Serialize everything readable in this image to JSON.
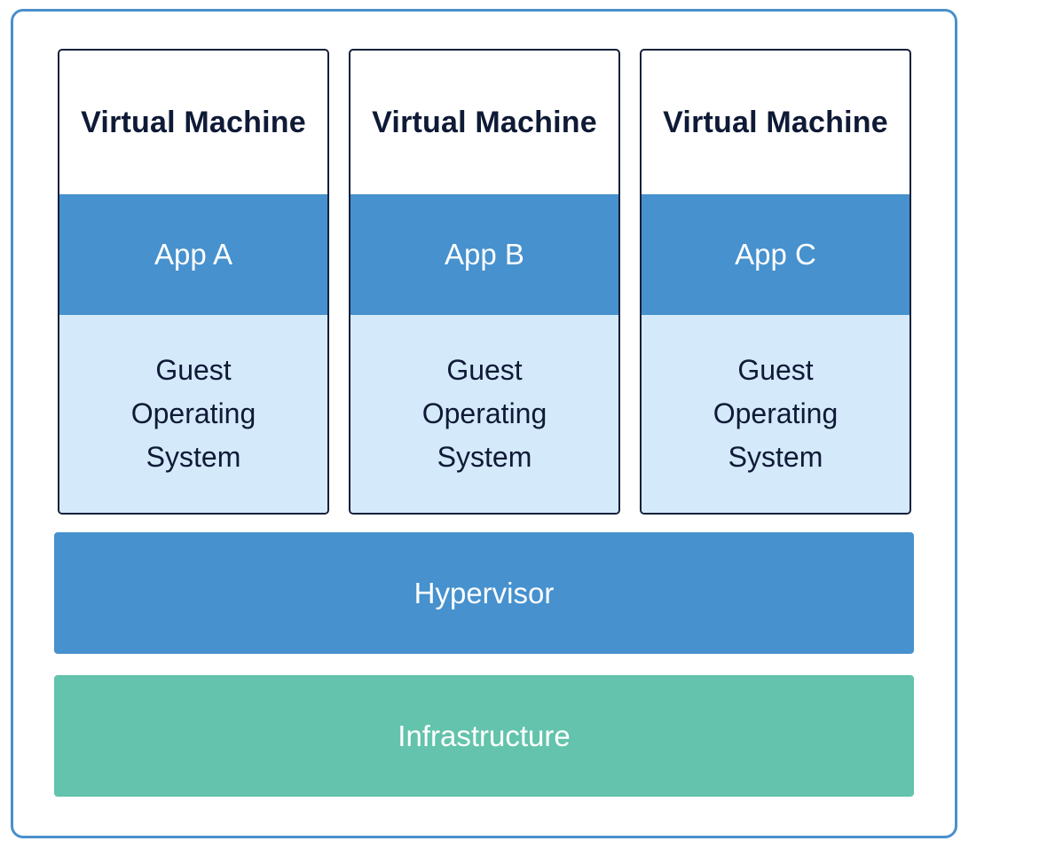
{
  "virtual_machines": [
    {
      "title": "Virtual Machine",
      "app": "App A",
      "guest_os": "Guest Operating System"
    },
    {
      "title": "Virtual Machine",
      "app": "App B",
      "guest_os": "Guest Operating System"
    },
    {
      "title": "Virtual Machine",
      "app": "App C",
      "guest_os": "Guest Operating System"
    }
  ],
  "layers": {
    "hypervisor": "Hypervisor",
    "infrastructure": "Infrastructure"
  },
  "colors": {
    "frame_border": "#4a90cc",
    "vm_border": "#13203a",
    "app_fill": "#4691ce",
    "guest_os_fill": "#d4e9f9",
    "hypervisor_fill": "#4691ce",
    "infrastructure_fill": "#63c3ac",
    "dark_text": "#0e1a36",
    "light_text": "#ffffff"
  }
}
